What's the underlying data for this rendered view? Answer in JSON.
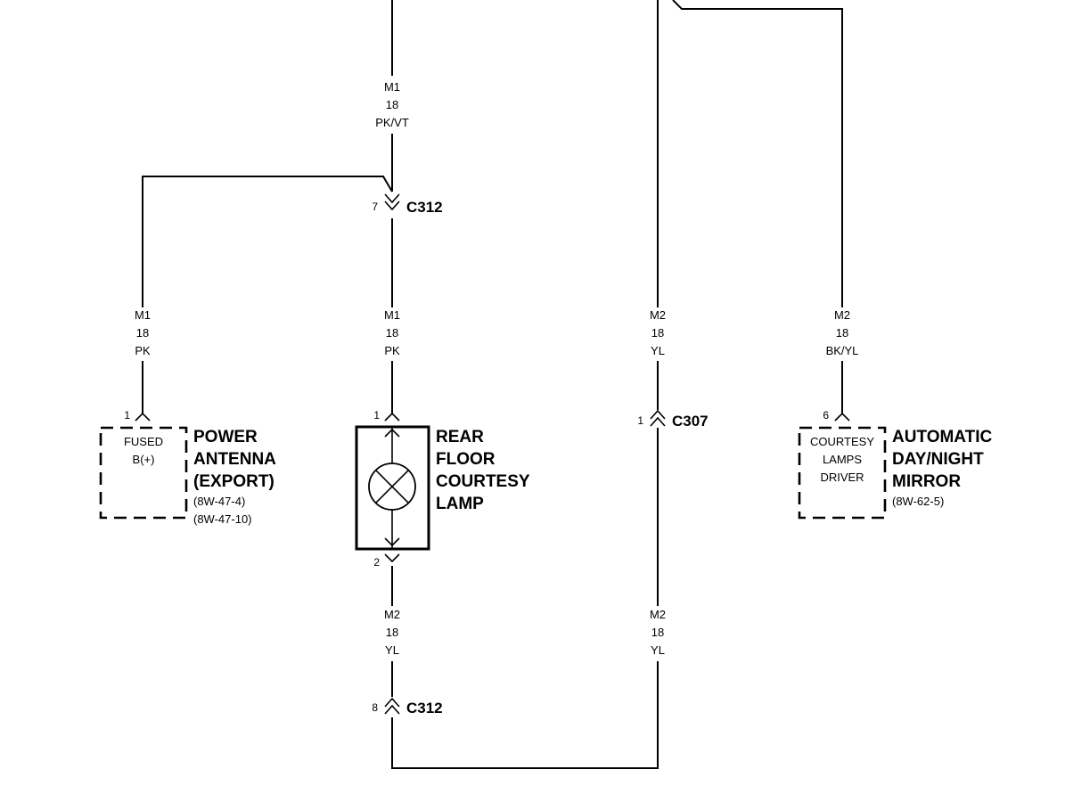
{
  "wires": {
    "m1_top": {
      "circuit": "M1",
      "gauge": "18",
      "color": "PK/VT"
    },
    "m1_left": {
      "circuit": "M1",
      "gauge": "18",
      "color": "PK"
    },
    "m1_mid": {
      "circuit": "M1",
      "gauge": "18",
      "color": "PK"
    },
    "m2_right_upper": {
      "circuit": "M2",
      "gauge": "18",
      "color": "YL"
    },
    "m2_far_right": {
      "circuit": "M2",
      "gauge": "18",
      "color": "BK/YL"
    },
    "m2_mid_lower": {
      "circuit": "M2",
      "gauge": "18",
      "color": "YL"
    },
    "m2_right_lower": {
      "circuit": "M2",
      "gauge": "18",
      "color": "YL"
    }
  },
  "connectors": {
    "c312_top": {
      "name": "C312",
      "pin": "7"
    },
    "c312_bottom": {
      "name": "C312",
      "pin": "8"
    },
    "c307": {
      "name": "C307",
      "pin": "1"
    }
  },
  "components": {
    "power_antenna": {
      "pin": "1",
      "inner": [
        "FUSED",
        "B(+)"
      ],
      "title": [
        "POWER",
        "ANTENNA",
        "(EXPORT)"
      ],
      "refs": [
        "(8W-47-4)",
        "(8W-47-10)"
      ]
    },
    "courtesy_lamp": {
      "pin_top": "1",
      "pin_bottom": "2",
      "title": [
        "REAR",
        "FLOOR",
        "COURTESY",
        "LAMP"
      ]
    },
    "mirror": {
      "pin": "6",
      "inner": [
        "COURTESY",
        "LAMPS",
        "DRIVER"
      ],
      "title": [
        "AUTOMATIC",
        "DAY/NIGHT",
        "MIRROR"
      ],
      "refs": [
        "(8W-62-5)"
      ]
    }
  }
}
